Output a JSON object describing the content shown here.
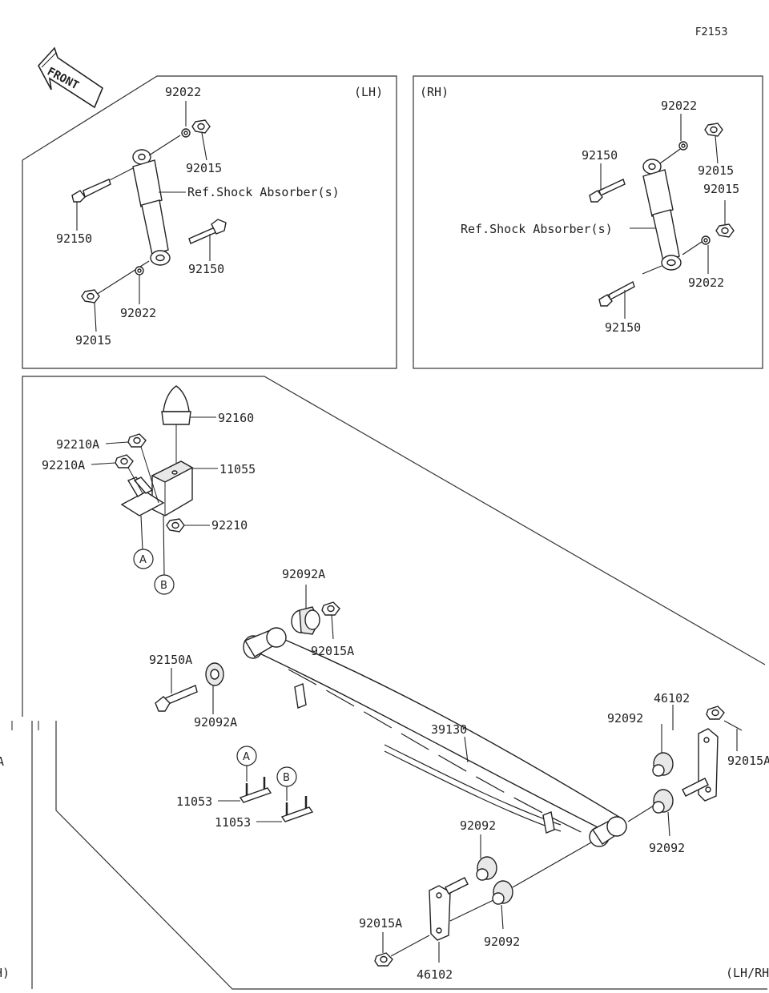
{
  "figure_code": "F2153",
  "front_label": "FRONT",
  "sections": {
    "lh": "(LH)",
    "rh": "(RH)",
    "lhrh": "(LH/RH)",
    "left_edge_1": "A",
    "left_edge_2": "H)"
  },
  "ref_shock": "Ref.Shock Absorber(s)",
  "parts": {
    "lh_92022_top": "92022",
    "lh_92015_top": "92015",
    "lh_92150_left": "92150",
    "lh_92150_right": "92150",
    "lh_92022_bottom": "92022",
    "lh_92015_bottom": "92015",
    "rh_92022_top": "92022",
    "rh_92150_top": "92150",
    "rh_92015_a": "92015",
    "rh_92015_b": "92015",
    "rh_92022_bottom": "92022",
    "rh_92150_bottom": "92150",
    "p92160": "92160",
    "p92210A_1": "92210A",
    "p92210A_2": "92210A",
    "p11055": "11055",
    "p92210": "92210",
    "p92092A_top": "92092A",
    "p92015A_top": "92015A",
    "p92150A": "92150A",
    "p92092A_bottom": "92092A",
    "p39130": "39130",
    "p46102_top": "46102",
    "p92092_top": "92092",
    "p92015A_right": "92015A",
    "p11053_a": "11053",
    "p11053_b": "11053",
    "p92092_mid": "92092",
    "p92092_right": "92092",
    "p92092_low": "92092",
    "p92015A_bottom": "92015A",
    "p46102_bottom": "46102"
  },
  "callouts": {
    "a1": "A",
    "b1": "B",
    "a2": "A",
    "b2": "B"
  }
}
